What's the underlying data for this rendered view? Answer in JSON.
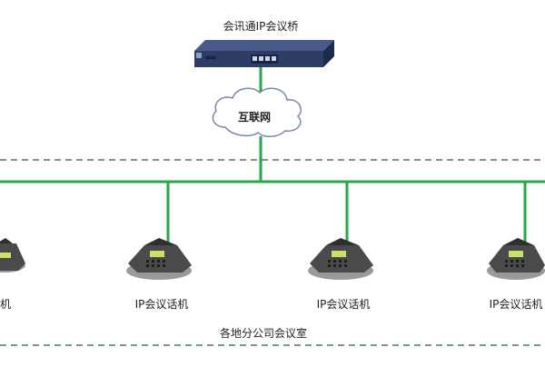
{
  "diagram": {
    "bridge_label": "会讯通IP会议桥",
    "cloud_label": "互联网",
    "phone_labels": [
      "IP会议话机",
      "IP会议话机",
      "IP会议话机",
      "IP会议话机"
    ],
    "phone_label_left_partial": "机",
    "zone_label": "各地分公司会议室"
  },
  "colors": {
    "link": "#2aa64a",
    "dashed_border": "#4a7a5a",
    "bridge_body": "#2c3e66",
    "phone_body": "#4a4a4a",
    "screen": "#c9e36a"
  }
}
